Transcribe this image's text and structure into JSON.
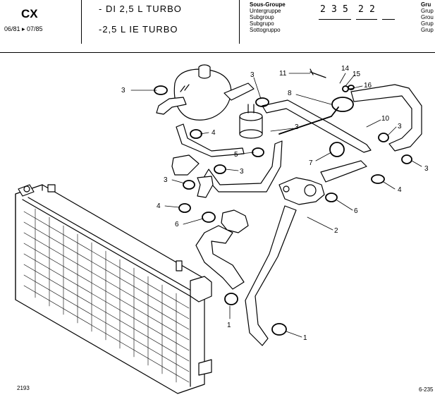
{
  "header": {
    "model": "CX",
    "date_range": "06/81 ▸ 07/85",
    "engines": [
      "- DI 2,5 L TURBO",
      "-2,5 L IE TURBO"
    ],
    "group_labels": [
      "Sous-Groupe",
      "Untergruppe",
      "Subgroup",
      "Subgrupo",
      "Sottogruppo"
    ],
    "right_labels": [
      "Gru",
      "Grup",
      "Grou",
      "Grup",
      "Grup"
    ],
    "code_digits": [
      "2",
      "3",
      "5",
      "2",
      "2"
    ]
  },
  "callouts": [
    "1",
    "1",
    "2",
    "3",
    "3",
    "3",
    "3",
    "3",
    "3",
    "3",
    "4",
    "4",
    "4",
    "5",
    "6",
    "6",
    "7",
    "8",
    "10",
    "11",
    "14",
    "15",
    "16"
  ],
  "footer": {
    "left": "2193",
    "right": "6-235"
  }
}
